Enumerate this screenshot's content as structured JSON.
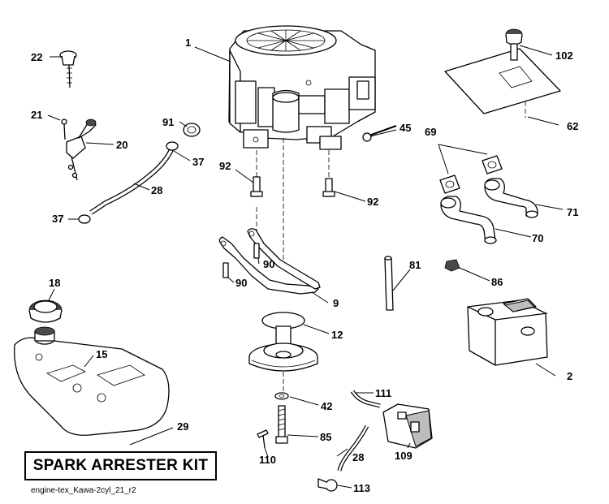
{
  "diagram": {
    "kit_label": "SPARK ARRESTER KIT",
    "caption": "engine-tex_Kawa-2cyl_21_r2",
    "part_numbers": {
      "p1": "1",
      "p2": "2",
      "p9": "9",
      "p12": "12",
      "p15": "15",
      "p18": "18",
      "p20": "20",
      "p21": "21",
      "p22": "22",
      "p28a": "28",
      "p28b": "28",
      "p29": "29",
      "p37a": "37",
      "p37b": "37",
      "p42": "42",
      "p45": "45",
      "p62": "62",
      "p69": "69",
      "p70": "70",
      "p71": "71",
      "p81": "81",
      "p85": "85",
      "p86": "86",
      "p90a": "90",
      "p90b": "90",
      "p91": "91",
      "p92a": "92",
      "p92b": "92",
      "p102": "102",
      "p109": "109",
      "p110": "110",
      "p111": "111",
      "p113": "113"
    }
  }
}
